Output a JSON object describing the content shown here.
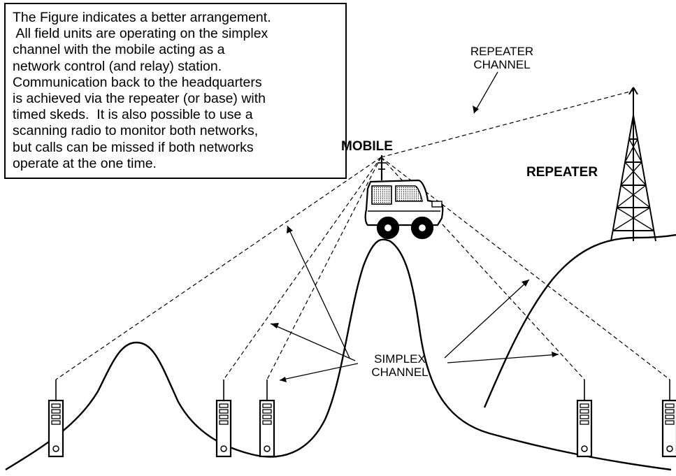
{
  "caption": {
    "lines": [
      "The Figure indicates a better arrangement.",
      " All field units are operating on the simplex",
      "channel with the mobile acting as a",
      "network control (and relay) station.",
      "Communication back to the headquarters",
      "is achieved via the repeater (or base) with",
      "timed skeds.  It is also possible to use a",
      "scanning radio to monitor both networks,",
      "but calls can be missed if both networks",
      "operate at the one time."
    ]
  },
  "labels": {
    "mobile": "MOBILE",
    "repeater": "REPEATER",
    "repeater_channel_line1": "REPEATER",
    "repeater_channel_line2": "CHANNEL",
    "simplex_channel_line1": "SIMPLEX",
    "simplex_channel_line2": "CHANNEL"
  },
  "colors": {
    "ink": "#000000",
    "background": "#ffffff",
    "vehicle_window": "#bdbdbd"
  },
  "icons": [
    "mobile-vehicle-icon",
    "repeater-tower-icon",
    "field-radio-icon"
  ]
}
